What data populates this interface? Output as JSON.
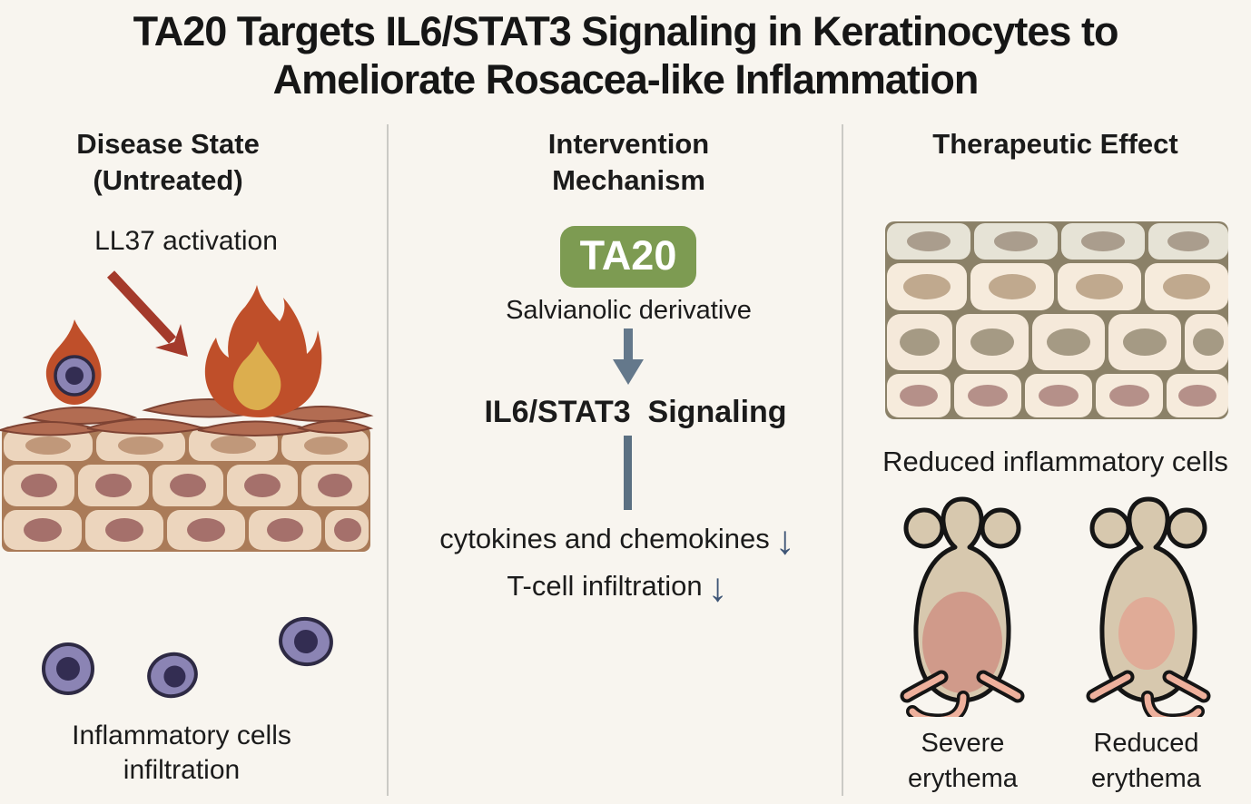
{
  "figure": {
    "title_line1": "TA20 Targets IL6/STAT3 Signaling in Keratinocytes to",
    "title_line2": "Ameliorate Rosacea-like Inflammation"
  },
  "disease_panel": {
    "heading_line1": "Disease State",
    "heading_line2": "(Untreated)",
    "trigger_label": "LL37 activation",
    "infiltration_line1": "Inflammatory cells",
    "infiltration_line2": "infiltration"
  },
  "intervention_panel": {
    "heading_line1": "Intervention",
    "heading_line2": "Mechanism",
    "drug_name": "TA20",
    "drug_type": "Salvianolic derivative",
    "pathway_label": "IL6/STAT3  Signaling",
    "outcome_cytokines": "cytokines and chemokines",
    "outcome_tcell": "T-cell infiltration",
    "decrease_glyph": "↓"
  },
  "therapeutic_panel": {
    "heading": "Therapeutic Effect",
    "cells_label": "Reduced inflammatory cells",
    "mouse_untreated_line1": "Severe",
    "mouse_untreated_line2": "erythema",
    "mouse_treated_line1": "Reduced",
    "mouse_treated_line2": "erythema"
  },
  "colors": {
    "background": "#f8f5ef",
    "text": "#1b1b1b",
    "divider": "#cbcac5",
    "drug_badge_green": "#7d9b52",
    "flame_orange": "#bf4f2a",
    "flame_inner_yellow": "#dcae4e",
    "ll37_arrow_red": "#a43a2b",
    "signal_arrow_gray": "#64788b",
    "decrease_arrow_blue": "#3e5576",
    "inflammatory_cell_purple": "#8b84b4",
    "skin_cell_beige": "#ecd5bd",
    "skin_gap_brown": "#aa7b58",
    "healthy_skin_cream": "#f6ebdc",
    "mouse_body_tan": "#d7c8ae",
    "severe_erythema_pink": "#d09a8a",
    "reduced_erythema_pink": "#e0ab97"
  }
}
